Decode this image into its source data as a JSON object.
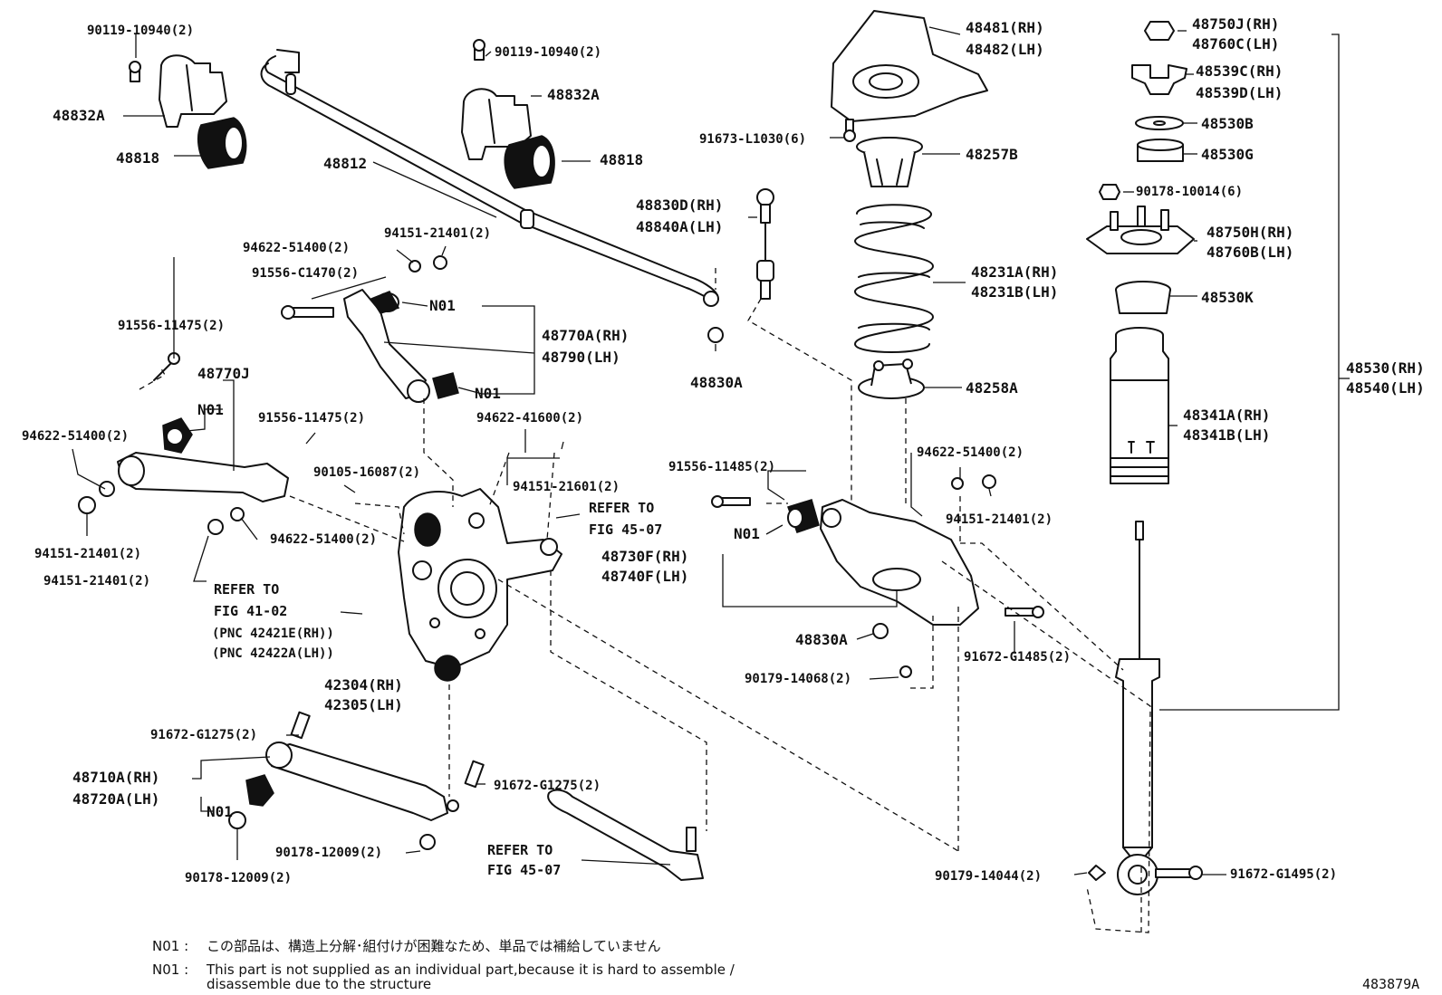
{
  "labels": {
    "l_9011910940_a": "90119-10940(2)",
    "l_48832a_a": "48832A",
    "l_48818_a": "48818",
    "l_48812": "48812",
    "l_9011910940_b": "90119-10940(2)",
    "l_48832a_b": "48832A",
    "l_48818_b": "48818",
    "l_48830d": "48830D(RH)",
    "l_48840a": "48840A(LH)",
    "l_48830a_a": "48830A",
    "l_9415121401_a": "94151-21401(2)",
    "l_9462251400_a": "94622-51400(2)",
    "l_91556c1470": "91556-C1470(2)",
    "l_n01_a": "N01",
    "l_48770a": "48770A(RH)",
    "l_48790": "48790(LH)",
    "l_n01_b": "N01",
    "l_9155611475_a": "91556-11475(2)",
    "l_48770j": "48770J",
    "l_n01_c": "N01",
    "l_9462251400_b": "94622-51400(2)",
    "l_9155611475_b": "91556-11475(2)",
    "l_9010516087": "90105-16087(2)",
    "l_9462241600": "94622-41600(2)",
    "l_9415121601": "94151-21601(2)",
    "l_refer_a1": "REFER TO",
    "l_refer_a2": "FIG 45-07",
    "l_9415121401_b": "94151-21401(2)",
    "l_9462251400_c": "94622-51400(2)",
    "l_9415121401_c": "94151-21401(2)",
    "l_refer_b1": "REFER TO",
    "l_refer_b2": "FIG 41-02",
    "l_refer_b3": "(PNC 42421E(RH))",
    "l_refer_b4": "(PNC 42422A(LH))",
    "l_42304": "42304(RH)",
    "l_42305": "42305(LH)",
    "l_91672g1275_a": "91672-G1275(2)",
    "l_48710a": "48710A(RH)",
    "l_48720a": "48720A(LH)",
    "l_n01_d": "N01",
    "l_91672g1275_b": "91672-G1275(2)",
    "l_9017812009_a": "90178-12009(2)",
    "l_9017812009_b": "90178-12009(2)",
    "l_refer_c1": "REFER TO",
    "l_refer_c2": "FIG 45-07",
    "l_48481": "48481(RH)",
    "l_48482": "48482(LH)",
    "l_91673l1030": "91673-L1030(6)",
    "l_48257b": "48257B",
    "l_48231a": "48231A(RH)",
    "l_48231b": "48231B(LH)",
    "l_48258a": "48258A",
    "l_9155611485": "91556-11485(2)",
    "l_n01_e": "N01",
    "l_9462251400_d": "94622-51400(2)",
    "l_9415121401_d": "94151-21401(2)",
    "l_48730f": "48730F(RH)",
    "l_48740f": "48740F(LH)",
    "l_48830a_b": "48830A",
    "l_91672g1485": "91672-G1485(2)",
    "l_9017914068": "90179-14068(2)",
    "l_48750j": "48750J(RH)",
    "l_48760c": "48760C(LH)",
    "l_48539c": "48539C(RH)",
    "l_48539d": "48539D(LH)",
    "l_48530b": "48530B",
    "l_48530g": "48530G",
    "l_9017810014": "90178-10014(6)",
    "l_48750h": "48750H(RH)",
    "l_48760b": "48760B(LH)",
    "l_48530k": "48530K",
    "l_48530rh": "48530(RH)",
    "l_48540lh": "48540(LH)",
    "l_48341a": "48341A(RH)",
    "l_48341b": "48341B(LH)",
    "l_9017914044": "90179-14044(2)",
    "l_91672g1495": "91672-G1495(2)"
  },
  "notes": {
    "n1_key": "N01 :",
    "n1_text": "この部品は、構造上分解･組付けが困難なため、単品では補給していません",
    "n2_key": "N01 :",
    "n2_text1": "This part is not supplied as an individual part,because it is hard to assemble /",
    "n2_text2": "disassemble due to the structure"
  },
  "diagram_id": "483879A"
}
